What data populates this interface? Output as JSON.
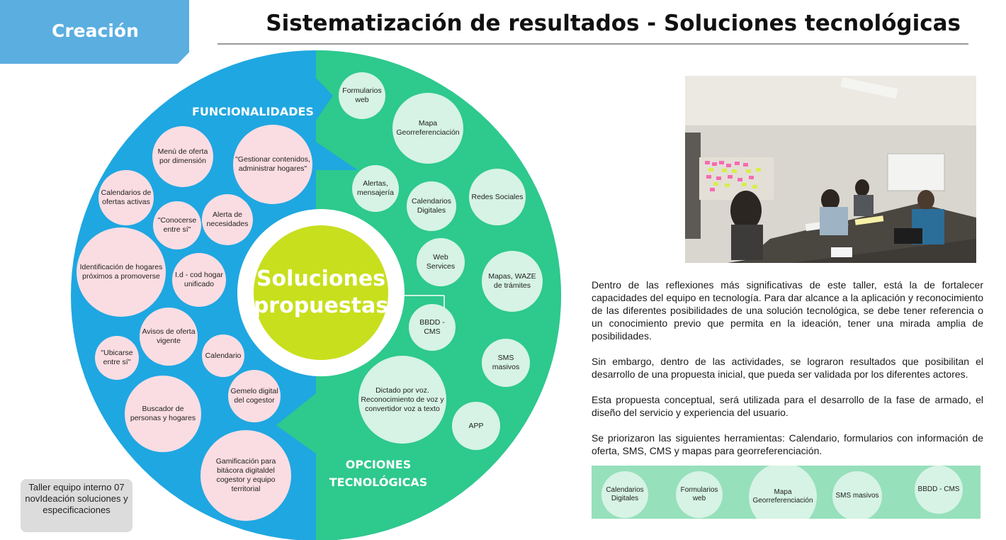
{
  "section_tag": "Creación",
  "title": "Sistematización de resultados - Soluciones tecnológicas",
  "colors": {
    "blue": "#1fa7e1",
    "green": "#2ec98c",
    "pink_bubble": "#fadde3",
    "green_bubble": "#d6f3e5",
    "center": "#c8df1e",
    "tag": "#5aaee0"
  },
  "wheel": {
    "center_label": [
      "Soluciones",
      "propuestas"
    ],
    "funcionalidades_label": "FUNCIONALIDADES",
    "opciones_label": [
      "OPCIONES",
      "TECNOLÓGICAS"
    ],
    "funcionalidades": [
      {
        "name": "bubble-menu-oferta",
        "text": "Menú de oferta por dimensión"
      },
      {
        "name": "bubble-gestionar-contenidos",
        "text": "\"Gestionar contenidos, administrar hogares\""
      },
      {
        "name": "bubble-calendarios-ofertas",
        "text": "Calendarios de ofertas activas"
      },
      {
        "name": "bubble-conocerse",
        "text": "\"Conocerse entre sí\""
      },
      {
        "name": "bubble-alerta-necesidades",
        "text": "Alerta de necesidades"
      },
      {
        "name": "bubble-identificacion-hogares",
        "text": "Identificación de hogares próximos a promoverse"
      },
      {
        "name": "bubble-id-cod-hogar",
        "text": "I.d - cod hogar unificado"
      },
      {
        "name": "bubble-avisos-oferta",
        "text": "Avisos de oferta vigente"
      },
      {
        "name": "bubble-ubicarse",
        "text": "\"Ubicarse entre sí\""
      },
      {
        "name": "bubble-calendario",
        "text": "Calendario"
      },
      {
        "name": "bubble-gemelo-digital",
        "text": "Gemelo digital del cogestor"
      },
      {
        "name": "bubble-buscador-personas",
        "text": "Buscador de personas y hogares"
      },
      {
        "name": "bubble-gamificacion",
        "text": "Gamificación para bitácora digitaldel cogestor y equipo territorial"
      }
    ],
    "opciones": [
      {
        "name": "bubble-formularios-web",
        "text": "Formularios web"
      },
      {
        "name": "bubble-mapa-georref",
        "text": "Mapa Georreferenciación"
      },
      {
        "name": "bubble-alertas-mensajeria",
        "text": "Alertas, mensajería"
      },
      {
        "name": "bubble-calendarios-digitales",
        "text": "Calendarios Digitales"
      },
      {
        "name": "bubble-redes-sociales",
        "text": "Redes Sociales"
      },
      {
        "name": "bubble-web-services",
        "text": "Web Services"
      },
      {
        "name": "bubble-mapas-waze",
        "text": "Mapas, WAZE de trámites"
      },
      {
        "name": "bubble-bbdd-cms",
        "text": "BBDD - CMS"
      },
      {
        "name": "bubble-sms-masivos",
        "text": "SMS masivos"
      },
      {
        "name": "bubble-dictado-voz",
        "text": "Dictado por voz. Reconocimiento de voz y convertidor voz a texto"
      },
      {
        "name": "bubble-app",
        "text": "APP"
      }
    ]
  },
  "note": "Taller equipo interno 07 novIdeación soluciones y especificaciones",
  "description": [
    "Dentro de las reflexiones más significativas de este taller, está la de fortalecer capacidades del equipo en tecnología.  Para dar alcance a la aplicación y reconocimiento de las diferentes posibilidades de una solución tecnológica, se debe tener referencia o un conocimiento previo que permita en la ideación, tener una mirada amplia de posibilidades.",
    "Sin embargo, dentro de las actividades, se lograron resultados que posibilitan el desarrollo de una propuesta inicial, que pueda ser validada por los diferentes actores.",
    "Esta propuesta conceptual, será utilizada para el desarrollo de la fase de armado, el diseño del servicio y experiencia del usuario.",
    "Se priorizaron las siguientes herramientas: Calendario, formularios con información de oferta, SMS, CMS y mapas para georreferenciación."
  ],
  "priorities": [
    {
      "name": "priority-calendarios-digitales",
      "text": "Calendarios Digitales"
    },
    {
      "name": "priority-formularios-web",
      "text": "Formularios web"
    },
    {
      "name": "priority-mapa-georref",
      "text": "Mapa Georreferenciación"
    },
    {
      "name": "priority-sms-masivos",
      "text": "SMS masivos"
    },
    {
      "name": "priority-bbdd-cms",
      "text": "BBDD - CMS"
    }
  ]
}
